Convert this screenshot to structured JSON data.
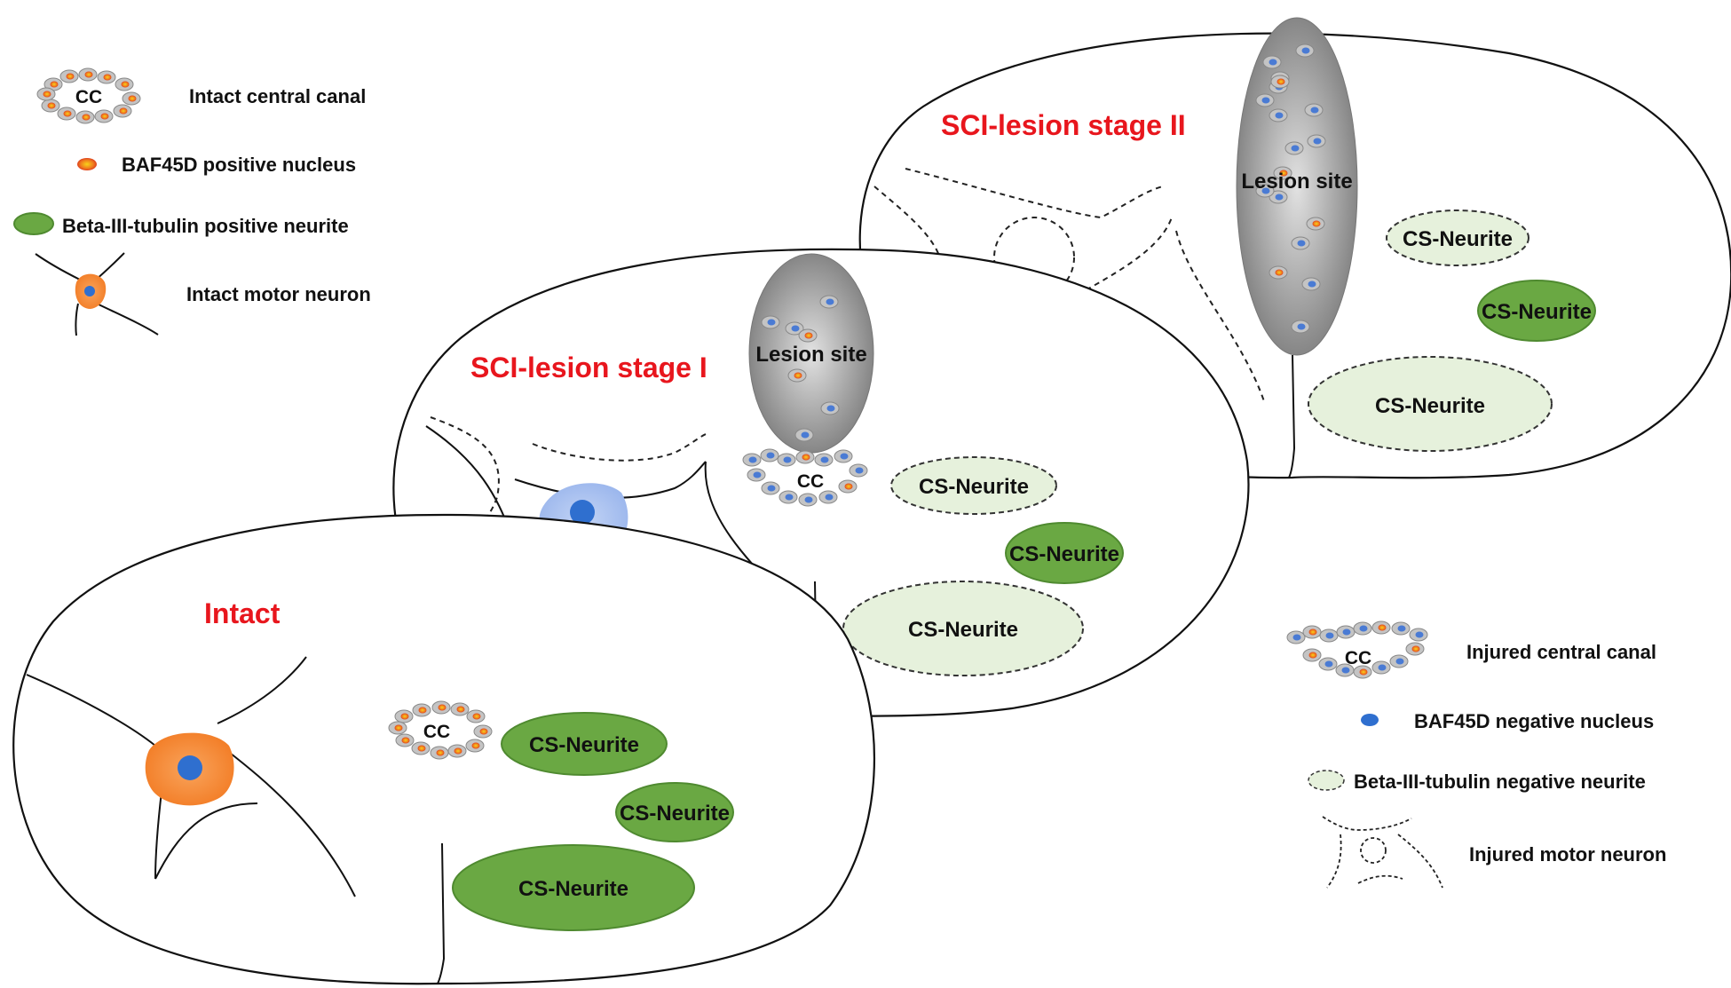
{
  "colors": {
    "stage_title": "#e8161d",
    "neurite_positive": "#6aa843",
    "neurite_positive_stroke": "#4f8a30",
    "neurite_negative": "#e6f1dc",
    "neuron_intact": "#f58634",
    "neuron_injured": "#a9c1ef",
    "nucleus": "#2f6fcf",
    "lesion_gray": "#8f8f8f",
    "outline": "#111111"
  },
  "legend_left": {
    "central_canal_label": "Intact central canal",
    "positive_nucleus_label": "BAF45D positive nucleus",
    "positive_neurite_label": "Beta-III-tubulin positive neurite",
    "intact_neuron_label": "Intact motor neuron",
    "cc_badge": "CC"
  },
  "legend_right": {
    "central_canal_label": "Injured central canal",
    "negative_nucleus_label": "BAF45D negative nucleus",
    "negative_neurite_label": "Beta-III-tubulin negative neurite",
    "injured_neuron_label": "Injured motor neuron",
    "cc_badge": "CC"
  },
  "panels": {
    "intact": {
      "title": "Intact",
      "cc": "CC",
      "neurite_1": "CS-Neurite",
      "neurite_2": "CS-Neurite",
      "neurite_3": "CS-Neurite"
    },
    "stage1": {
      "title": "SCI-lesion stage I",
      "lesion": "Lesion site",
      "cc": "CC",
      "neurite_1": "CS-Neurite",
      "neurite_2": "CS-Neurite",
      "neurite_3": "CS-Neurite"
    },
    "stage2": {
      "title": "SCI-lesion stage II",
      "lesion": "Lesion site",
      "neurite_1": "CS-Neurite",
      "neurite_2": "CS-Neurite",
      "neurite_3": "CS-Neurite"
    }
  }
}
